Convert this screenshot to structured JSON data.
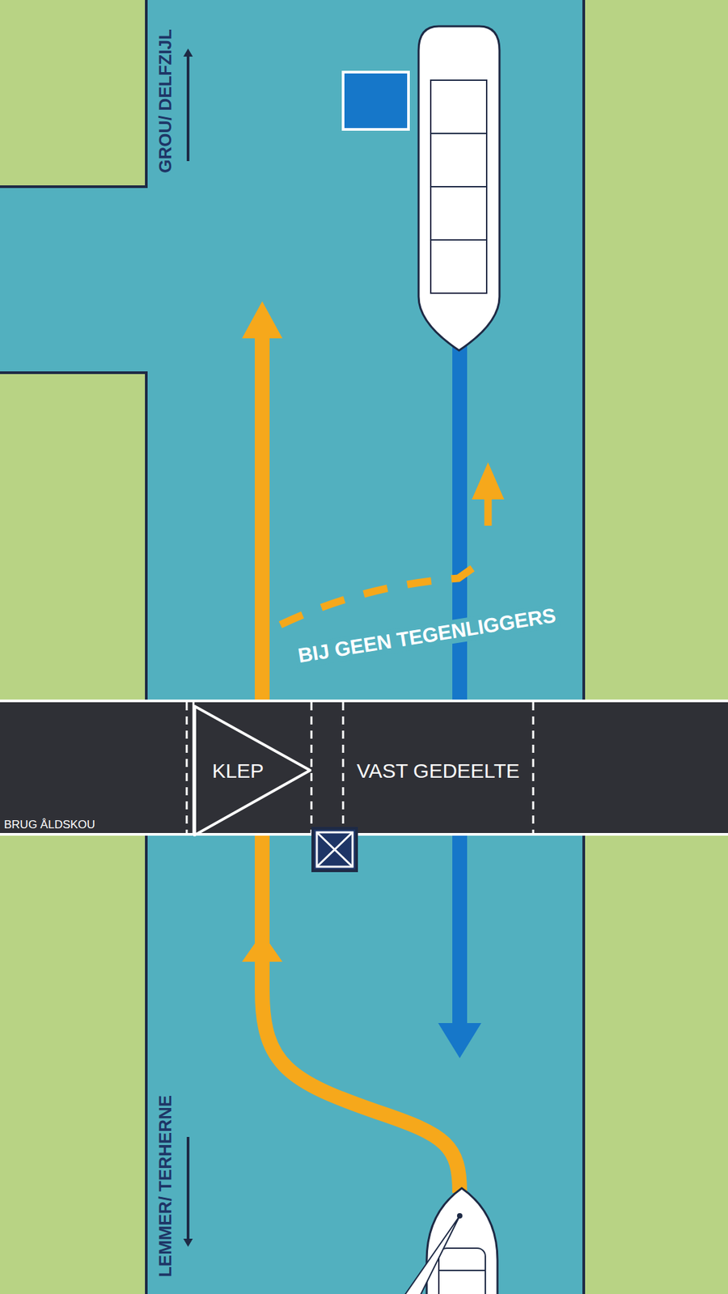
{
  "diagram": {
    "nodes": [
      {
        "text": [
          "BRUG ÅLDSKOU"
        ]
      },
      {
        "text": [
          "KLEP"
        ],
        "in": 0
      },
      {
        "text": [
          "VAST GEDEELTE"
        ],
        "in": 0
      }
    ],
    "labels": [
      "GROU/ DELFZIJL",
      "BIJ GEEN TEGENLIGGERS",
      "LEMMER/ TERHERNE"
    ]
  }
}
